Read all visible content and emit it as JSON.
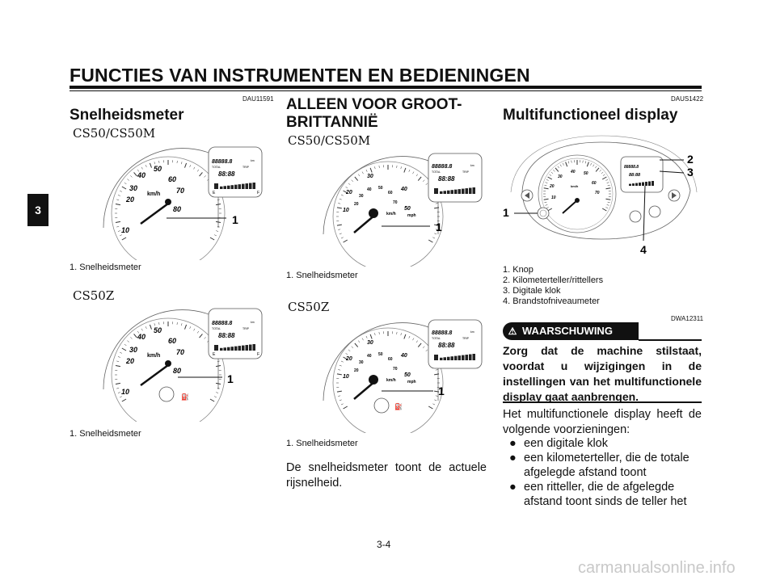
{
  "header": {
    "title": "FUNCTIES VAN INSTRUMENTEN EN BEDIENINGEN",
    "chapter_tab": "3"
  },
  "left": {
    "code": "DAU11591",
    "heading": "Snelheidsmeter",
    "model1": "CS50/CS50M",
    "caption1": "1. Snelheidsmeter",
    "model2": "CS50Z",
    "caption2": "1. Snelheidsmeter",
    "callout": "1"
  },
  "middle": {
    "heading_line1": "ALLEEN VOOR GROOT-",
    "heading_line2": "BRITTANNIË",
    "model1": "CS50/CS50M",
    "caption1": "1. Snelheidsmeter",
    "model2": "CS50Z",
    "caption2": "1. Snelheidsmeter",
    "body": "De snelheidsmeter toont de actuele rijsnelheid.",
    "callout": "1"
  },
  "right": {
    "code": "DAUS1422",
    "heading": "Multifunctioneel display",
    "callouts": [
      "1",
      "2",
      "3",
      "4"
    ],
    "captions": [
      "1. Knop",
      "2. Kilometerteller/rittellers",
      "3. Digitale klok",
      "4. Brandstofniveaumeter"
    ],
    "warning_code": "DWA12311",
    "warning_label": "WAARSCHUWING",
    "warning_text": "Zorg dat de machine stilstaat, voordat u wijzigingen in de instellingen van het multifunctionele display gaat aanbrengen.",
    "body": "Het multifunctionele display heeft de volgende voorzieningen:",
    "bullets": [
      "een digitale klok",
      "een kilometerteller, die de totale afgelegde afstand toont",
      "een ritteller, die de afgelegde afstand toont sinds de teller het"
    ]
  },
  "gauge": {
    "kmh_ticks": [
      "10",
      "20",
      "30",
      "40",
      "50",
      "60",
      "70",
      "80"
    ],
    "uk_ticks": [
      "10",
      "20",
      "30",
      "40",
      "50",
      "60",
      "70"
    ],
    "unit_kmh": "km/h",
    "unit_mph": "mph",
    "odo": "88888.8",
    "clock": "88:88",
    "total": "TOTAL",
    "trip": "TRIP",
    "fuel_e": "E",
    "fuel_f": "F",
    "km": "km"
  },
  "footer": {
    "page": "3-4",
    "watermark": "carmanualsonline.info"
  }
}
